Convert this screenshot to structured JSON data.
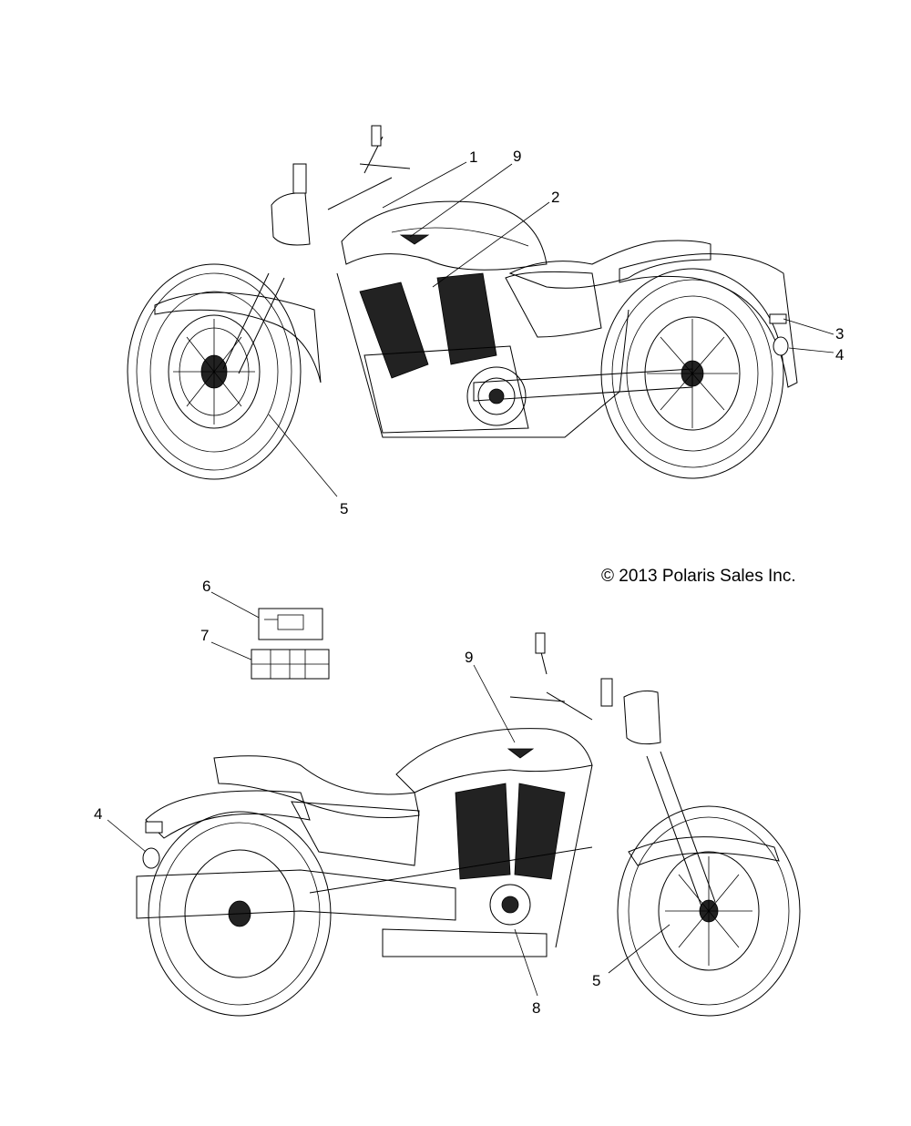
{
  "copyright": "© 2013 Polaris Sales Inc.",
  "callouts": {
    "top": [
      "1",
      "9",
      "2",
      "3",
      "4",
      "5"
    ],
    "bottom": [
      "6",
      "7",
      "9",
      "4",
      "5",
      "8"
    ]
  }
}
